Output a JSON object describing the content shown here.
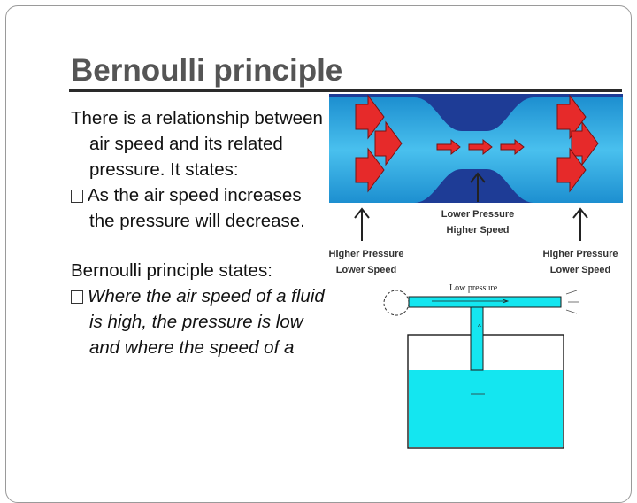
{
  "slide": {
    "title": "Bernoulli principle",
    "body": {
      "intro": "There is a relationship between air speed and its related pressure. It states:",
      "bullet1": "As the air speed increases the pressure will decrease.",
      "heading2": "Bernoulli principle states:",
      "bullet2": "Where the air speed of a fluid is high, the pressure is low and where the speed of a"
    }
  },
  "venturi_figure": {
    "label_center_1": "Lower Pressure",
    "label_center_2": "Higher Speed",
    "label_left_1": "Higher Pressure",
    "label_left_2": "Lower Speed",
    "label_right_1": "Higher Pressure",
    "label_right_2": "Lower Speed",
    "background_color": "#1e3c96",
    "tube_color": "#3fa8de",
    "arrow_color": "#e62a2a"
  },
  "tank_figure": {
    "label_low_pressure": "Low pressure",
    "water_color": "#14e6f0"
  }
}
